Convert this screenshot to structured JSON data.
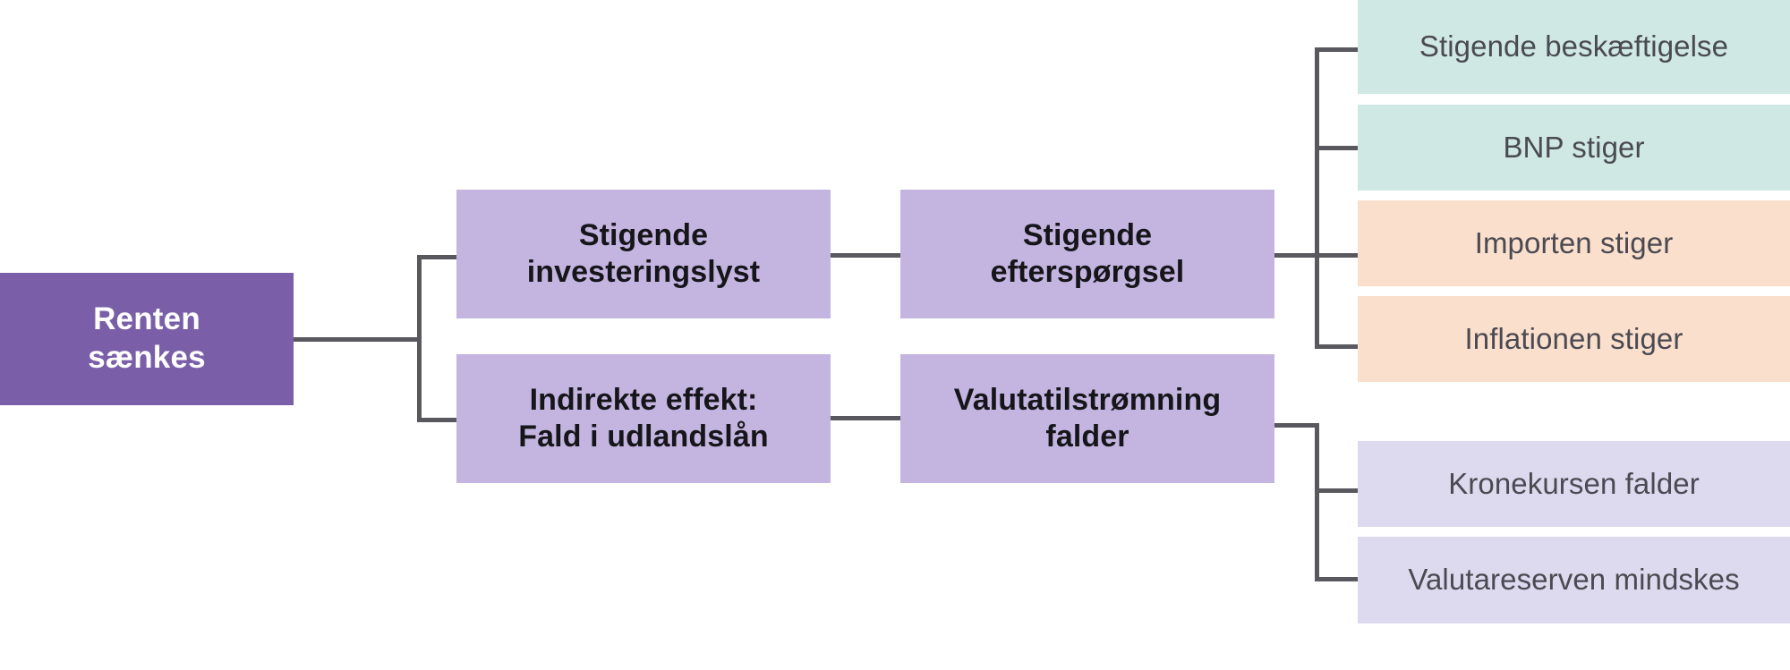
{
  "diagram": {
    "title": "Renten saenkes - virkningskaede",
    "language": "da",
    "colors": {
      "root_fill": "#7a5fa8",
      "root_text": "#ffffff",
      "mid_fill": "#c3b5e0",
      "mid_text": "#16161a",
      "leaf_teal_fill": "#cfe8e4",
      "leaf_peach_fill": "#fbdfcd",
      "leaf_lilac_fill": "#ddd9ee",
      "leaf_text": "#4a4a52",
      "connector": "#58585e",
      "background": "#ffffff"
    },
    "root": {
      "label_line1": "Renten",
      "label_line2": "sænkes"
    },
    "column2": [
      {
        "label_line1": "Stigende",
        "label_line2": "investeringslyst"
      },
      {
        "label_line1": "Indirekte effekt:",
        "label_line2": "Fald i udlandslån"
      }
    ],
    "column3": [
      {
        "label_line1": "Stigende",
        "label_line2": "efterspørgsel"
      },
      {
        "label_line1": "Valutatilstrømning",
        "label_line2": "falder"
      }
    ],
    "outcomes_upper": [
      {
        "label": "Stigende beskæftigelse",
        "tone": "teal"
      },
      {
        "label": "BNP stiger",
        "tone": "teal"
      },
      {
        "label": "Importen stiger",
        "tone": "peach"
      },
      {
        "label": "Inflationen stiger",
        "tone": "peach"
      }
    ],
    "outcomes_lower": [
      {
        "label": "Kronekursen falder",
        "tone": "lilac"
      },
      {
        "label": "Valutareserven mindskes",
        "tone": "lilac"
      }
    ]
  }
}
